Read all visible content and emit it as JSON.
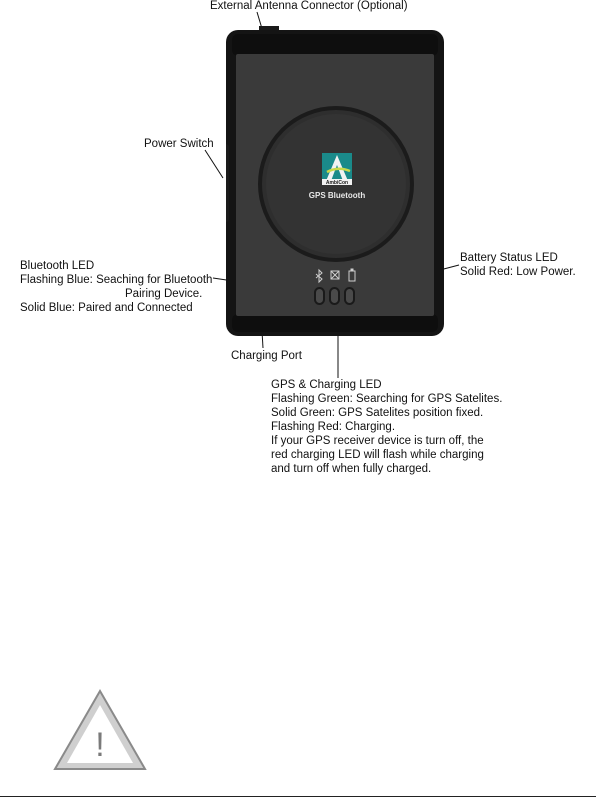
{
  "device": {
    "brand": "AmbiCon",
    "product": "GPS Bluetooth",
    "led_icons": [
      "bluetooth-icon",
      "satellite-icon",
      "battery-icon"
    ],
    "colors": {
      "body": "#3a3a3a",
      "frame": "#111111",
      "logo": "#1a8a8a"
    }
  },
  "labels": {
    "antenna": "External Antenna Connector (Optional)",
    "power": "Power Switch",
    "bluetooth": {
      "title": "Bluetooth LED",
      "line1": "Flashing Blue: Seaching for Bluetooth",
      "line2": "Pairing Device.",
      "line3": "Solid Blue: Paired and Connected"
    },
    "battery": {
      "title": "Battery Status LED",
      "line1": "Solid Red: Low Power."
    },
    "charging_port": "Charging Port",
    "gps": {
      "title": "GPS & Charging LED",
      "lines": [
        "Flashing Green: Searching for GPS Satelites.",
        "Solid Green: GPS Satelites position fixed.",
        "Flashing Red: Charging.",
        "If your GPS receiver device is turn off, the",
        "red charging LED will flash while charging",
        "and turn off when fully charged."
      ]
    }
  },
  "warning": {
    "icon": "warning-icon",
    "symbol": "!"
  }
}
